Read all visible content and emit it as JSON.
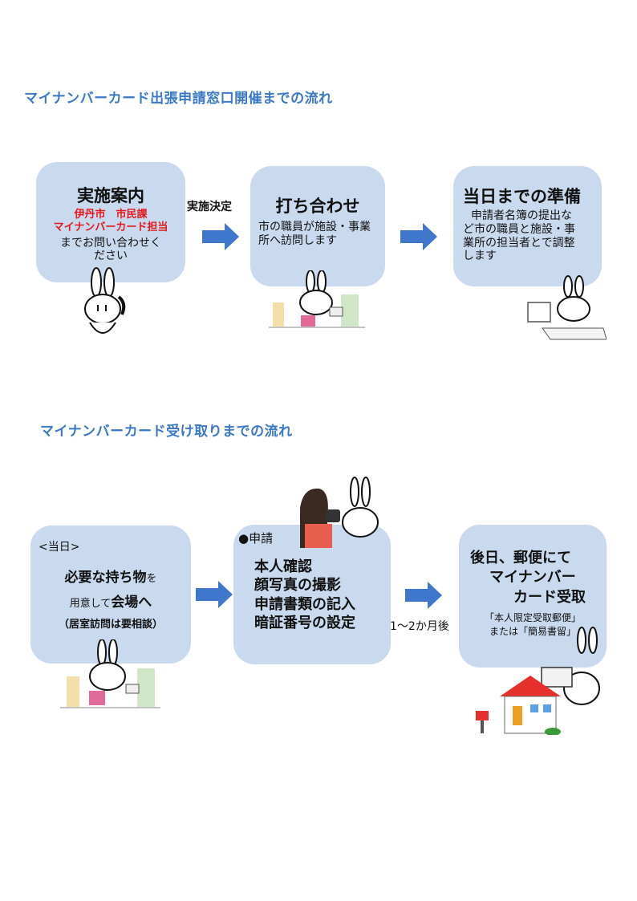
{
  "section1": {
    "title": "マイナンバーカード出張申請窓口開催までの流れ",
    "step1": {
      "title": "実施案内",
      "red_line1": "伊丹市　市民課",
      "red_line2": "マイナンバーカード担当",
      "body_line1": "までお問い合わせく",
      "body_line2": "ださい"
    },
    "arrow1_label": "実施決定",
    "step2": {
      "title": "打ち合わせ",
      "body_line1": "市の職員が施設・事業",
      "body_line2": "所へ訪問します"
    },
    "step3": {
      "title": "当日までの準備",
      "body_line1": "申請者名簿の提出な",
      "body_line2": "ど市の職員と施設・事",
      "body_line3": "業所の担当者とで調整",
      "body_line4": "します"
    }
  },
  "section2": {
    "title": "マイナンバーカード受け取りまでの流れ",
    "step1": {
      "tag": "<当日>",
      "line1_bold": "必要な持ち物",
      "line1_small": "を",
      "line2_small": "用意して",
      "line2_bold": "会場へ",
      "line3": "（居室訪問は要相談）"
    },
    "step2": {
      "tag": "●申請",
      "items": [
        "本人確認",
        "顔写真の撮影",
        "申請書類の記入",
        "暗証番号の設定"
      ]
    },
    "arrow2_label": "1～2か月後",
    "step3": {
      "title_line1": "後日、郵便にて",
      "title_line2": "マイナンバー",
      "title_line3": "カード受取",
      "note1": "「本人限定受取郵便」",
      "note2": "または「簡易書留」"
    }
  },
  "colors": {
    "title_blue": "#3c78c8",
    "box_fill": "#c9d9ee",
    "arrow_blue": "#3f77cc",
    "red_text": "#e4181c"
  }
}
